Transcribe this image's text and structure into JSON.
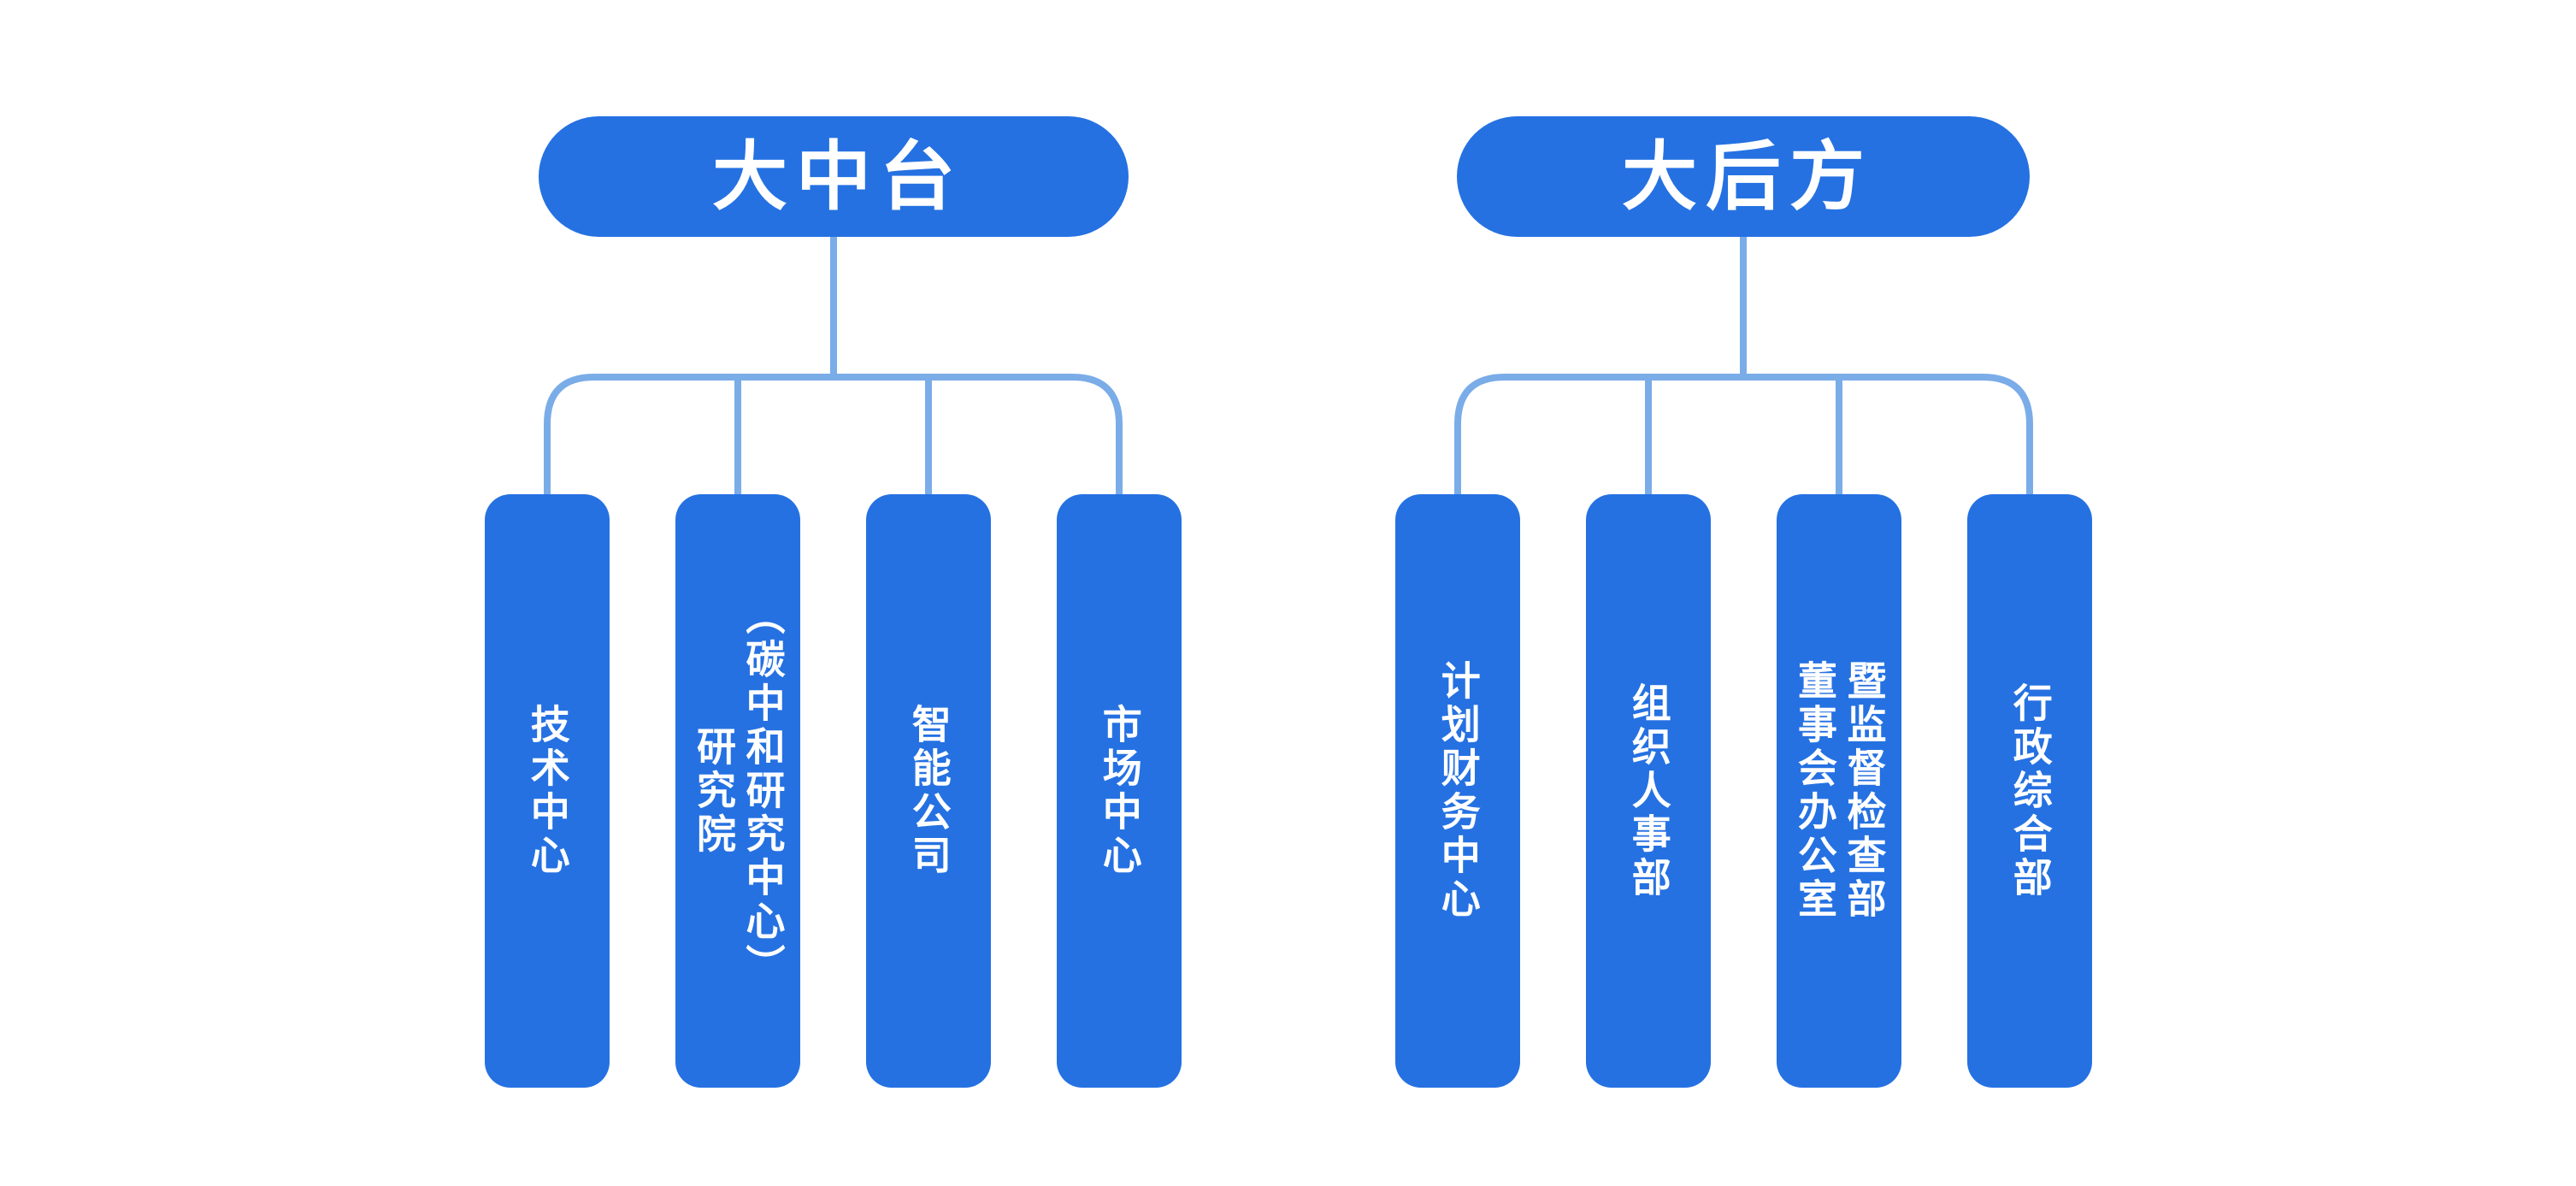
{
  "diagram": {
    "type": "org-chart",
    "colors": {
      "node_fill": "#2571E2",
      "connector": "#7AACE8",
      "label_text": "#FFFFFF",
      "background": "#FFFFFF"
    },
    "groups": [
      {
        "root": {
          "label": "大中台"
        },
        "children": [
          {
            "label": "技术中心"
          },
          {
            "label": "研究院\n（碳中和研究中心）"
          },
          {
            "label": "智能公司"
          },
          {
            "label": "市场中心"
          }
        ]
      },
      {
        "root": {
          "label": "大后方"
        },
        "children": [
          {
            "label": "计划财务中心"
          },
          {
            "label": "组织人事部"
          },
          {
            "label": "董事会办公室\n暨监督检查部"
          },
          {
            "label": "行政综合部"
          }
        ]
      }
    ]
  }
}
